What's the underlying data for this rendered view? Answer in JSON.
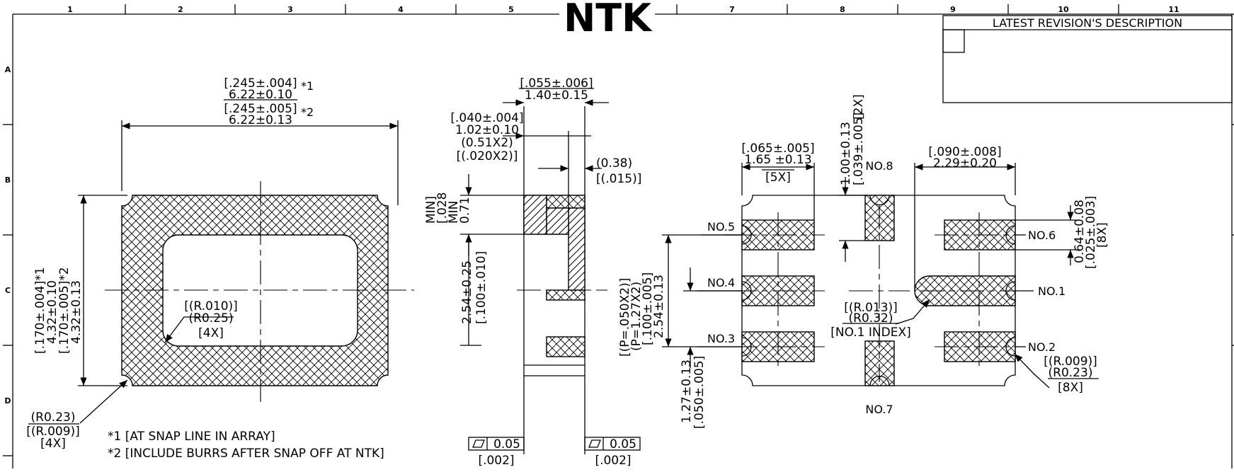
{
  "title_block": {
    "logo": "NTK",
    "revision_header": "LATEST  REVISION'S  DESCRIPTION"
  },
  "grid": {
    "columns": [
      "1",
      "2",
      "3",
      "4",
      "5",
      "7",
      "8",
      "9",
      "10",
      "11"
    ],
    "rows": [
      "A",
      "B",
      "C",
      "D"
    ]
  },
  "top_view": {
    "width_inch_a": "[.245±.004]",
    "width_mm_a": "6.22±0.10",
    "mark_a": "*1",
    "width_inch_b": "[.245±.005]",
    "width_mm_b": "6.22±0.13",
    "mark_b": "*2",
    "height_a": "[.170±.004]*1",
    "height_mm_a": "4.32±0.10",
    "height_b": "[.170±.005]*2",
    "height_mm_b": "4.32±0.13",
    "inner_radius_inch": "[(R.010)]",
    "inner_radius_mm": "(R0.25)",
    "inner_radius_count": "[4X]",
    "outer_radius_mm": "(R0.23)",
    "outer_radius_inch": "[(R.009)]",
    "outer_radius_count": "[4X]"
  },
  "notes": [
    "*1 [AT SNAP LINE IN ARRAY]",
    "*2 [INCLUDE BURRS AFTER SNAP OFF AT NTK]"
  ],
  "side_view": {
    "total_inch": "[.055±.006]",
    "total_mm": "1.40±0.15",
    "lid_inch": "[.040±.004]",
    "lid_mm": "1.02±0.10",
    "wall_mm": "(0.51X2)",
    "wall_inch": "[(.020X2)]",
    "step_mm": "(0.38)",
    "step_inch": "[(.015)]",
    "min_line1": "MIN]",
    "min_line2": "[.028",
    "min_line3": "MIN",
    "min_line4": "0.71",
    "height_mm": "2.54±0.25",
    "height_inch": "[.100±.010]",
    "flat_left_value": "0.05",
    "flat_left_inch": "[.002]",
    "flat_right_value": "0.05",
    "flat_right_inch": "[.002]"
  },
  "bottom_view": {
    "pad_inch": "[.065±.005]",
    "pad_mm": "1.65 ±0.13",
    "pad_count": "[5X]",
    "pin_len_mm": "1.00±0.13",
    "pin_len_inch": "[.039±.005]",
    "pin_count": "[2X]",
    "pad1_inch": "[.090±.008]",
    "pad1_mm": "2.29±0.20",
    "pad_h_mm": "0.64±0.08",
    "pad_h_inch": "[.025±.003]",
    "pad_h_count": "[8X]",
    "pitch_inch": "[(P=.050X2)]",
    "pitch_mm": "(P=1.27X2)",
    "span_inch": "[.100±.005]",
    "span_mm": "2.54±0.13",
    "offset_mm": "1.27±0.13",
    "offset_inch": "[.050±.005]",
    "index_inch": "[(R.013)]",
    "index_mm": "(R0.32)",
    "index_label": "[NO.1 INDEX]",
    "corner_inch": "[(R.009)]",
    "corner_mm": "(R0.23)",
    "corner_count": "[8X]",
    "pins": {
      "no1": "NO.1",
      "no2": "NO.2",
      "no3": "NO.3",
      "no4": "NO.4",
      "no5": "NO.5",
      "no6": "NO.6",
      "no7": "NO.7",
      "no8": "NO.8"
    }
  }
}
